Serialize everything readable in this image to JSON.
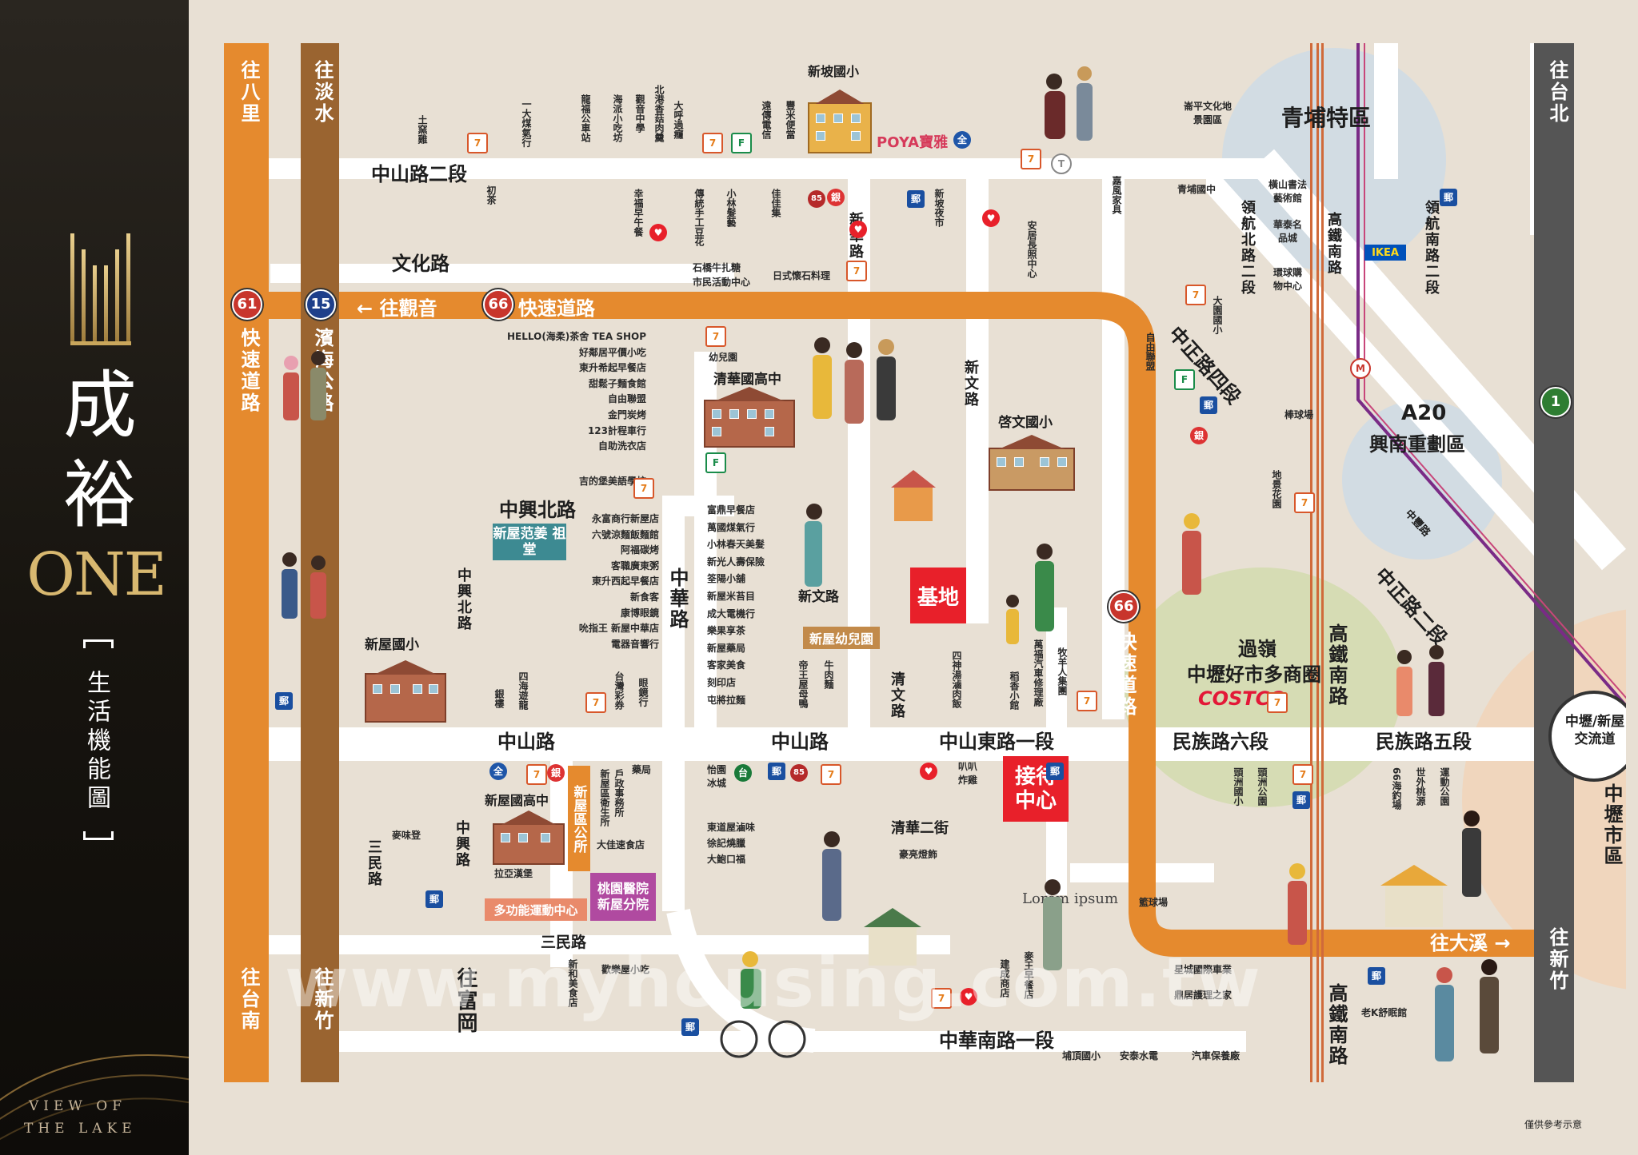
{
  "brand": {
    "title": "成裕",
    "subtitle": "ONE",
    "section": "生活機能圖",
    "tagline_1": "VIEW OF",
    "tagline_2": "THE LAKE"
  },
  "directions": {
    "bali_up": "往八里",
    "danshui_up": "往淡水",
    "taipei_up": "往台北",
    "tainan_down": "往台南",
    "xinzhu_down_left": "往新竹",
    "fugang_down": "往富岡",
    "xinzhu_down_right": "往新竹",
    "daxi_right": "往大溪 →",
    "guanyin_left": "← 往觀音"
  },
  "highways": {
    "h61": "61",
    "h15": "15",
    "h66_top": "66",
    "h66_right": "66",
    "nat1": "1",
    "expressway_61": "快速道路",
    "coastal_15": "濱海公路",
    "expressway_66_h": "快速道路",
    "expressway_66_v": "快速道路"
  },
  "roads": {
    "zhongshan2": "中山路二段",
    "wenhua": "文化路",
    "zhongxing_n": "中興北路",
    "zhongxing_n_v": "中興北路",
    "zhonghua": "中華路",
    "xinhua": "新華路",
    "xinwen_v": "新文路",
    "xinwen_h": "新文路",
    "qingwen": "清文路",
    "zhongshan": "中山路",
    "zhongshan_mid": "中山路",
    "zhongshan_e1": "中山東路一段",
    "minzu6": "民族路六段",
    "minzu5": "民族路五段",
    "zhongzheng4": "中正路四段",
    "zhongzheng2": "中正路二段",
    "lingfang_n2": "領航北路二段",
    "lingfang_s2": "領航南路二段",
    "hsr_s_top": "高鐵南路",
    "hsr_s_mid": "高鐵南路",
    "hsr_s_bot": "高鐵南路",
    "sanmin_v": "三民路",
    "sanmin_h": "三民路",
    "zhongxing_v": "中興路",
    "qinghua2": "清華二街",
    "zhonghua_s1": "中華南路一段",
    "zhongfeng": "中豐路"
  },
  "districts": {
    "qingpu": "青埔特區",
    "a20": "A20",
    "xingnan": "興南重劃區",
    "guoling": "過嶺",
    "costco_area": "中壢好市多商圈",
    "costco": "COSTCO",
    "interchange": "中壢/新屋 交流道",
    "zhongli": "中壢市區"
  },
  "landmarks": {
    "site": "基地",
    "reception": "接待 中心",
    "xinpo_elem": "新坡國小",
    "qinghua_hs": "清華國高中",
    "qiwen_elem": "啓文國小",
    "xinwu_elem": "新屋國小",
    "xinwu_hs": "新屋國高中",
    "fanjiang": "新屋范姜 祖堂",
    "xinwu_kinder": "新屋幼兒園",
    "district_office": "新屋區公所",
    "hospital": "桃園醫院 新屋分院",
    "sports_center": "多功能運動中心",
    "poya": "POYA寶雅",
    "ikea": "IKEA",
    "lorem": "Lorem ipsum",
    "disclaimer": "僅供參考示意"
  },
  "poi_left_list": [
    "HELLO(海柔)茶舍 TEA SHOP",
    "好鄰居平價小吃",
    "東升希起早餐店",
    "甜鬆子麵食館",
    "自由聯盟",
    "金門炭烤",
    "123計程車行",
    "自助洗衣店",
    "吉的堡美語學校"
  ],
  "poi_mid_list": [
    "永富商行新屋店",
    "六號涼麵飯麵館",
    "阿福碳烤",
    "客職廣東粥",
    "東升西起早餐店",
    "新食客",
    "康博眼鏡",
    "吮指王 新屋中華店",
    "電器音響行"
  ],
  "poi_right_list": [
    "富鼎早餐店",
    "萬國煤氣行",
    "小林春天美髮",
    "新光人壽保險",
    "筌陽小舖",
    "新屋米苔目",
    "成大電機行",
    "樂果享茶",
    "新屋藥局",
    "客家美食",
    "刻印店",
    "屯將拉麵"
  ],
  "poi_top_vertical": [
    "土窯雞",
    "一大煤氣行",
    "龍福公車站",
    "海派小吃坊",
    "觀音中學",
    "北港香菇肉羹",
    "大呼過癮",
    "遠傳電信",
    "豐米便當",
    "初茶",
    "幸福早午餐",
    "傳統手工豆花",
    "小林髮藝",
    "佳佳集",
    "新坡夜市",
    "安居長照中心",
    "嘉風家具"
  ],
  "poi_top_horizontal": [
    "幼兒園",
    "石橋牛扎糖",
    "市民活動中心",
    "日式懷石料理"
  ],
  "poi_qingpu": [
    "崙平文化地景園區",
    "青埔國中",
    "橫山書法藝術館",
    "華泰名品城",
    "環球購物中心",
    "大園國小",
    "自由聯盟",
    "棒球場",
    "地景花園"
  ],
  "poi_bottom_vertical": [
    "四神湯滷肉飯",
    "稻香小館",
    "萬福汽車修理廠",
    "牧羊人集團",
    "帝王屋母鴨",
    "牛肉麵",
    "台灣彩券",
    "眼鏡行",
    "銀樓",
    "四海遊龍",
    "頭洲國小",
    "頭洲公園",
    "66海釣場",
    "世外桃源",
    "運動公園",
    "麥王早餐店",
    "建成商店",
    "新和美食店"
  ],
  "poi_bottom_horizontal": [
    "怡園冰城",
    "東道屋滷味",
    "徐記燒臘",
    "大鮑口福",
    "豪亮燈飾",
    "叭叭炸雞",
    "麥味登",
    "藥局",
    "戶政事務所",
    "新屋區衛生所",
    "大佳速食店",
    "拉亞漢堡",
    "歡樂屋小吃",
    "籃球場",
    "星城國際車業",
    "鼎居護理之家",
    "老K舒眠館",
    "埔頂國小",
    "安泰水電",
    "汽車保養廠"
  ],
  "colors": {
    "orange_road": "#e58a2e",
    "brown_road": "#9a6430",
    "grey_road": "#555555",
    "red_box": "#e8202a",
    "map_bg": "#e8e0d4",
    "teal_box": "#3d8a92",
    "purple_box": "#b04aa0",
    "pink_box": "#e98a6b"
  }
}
